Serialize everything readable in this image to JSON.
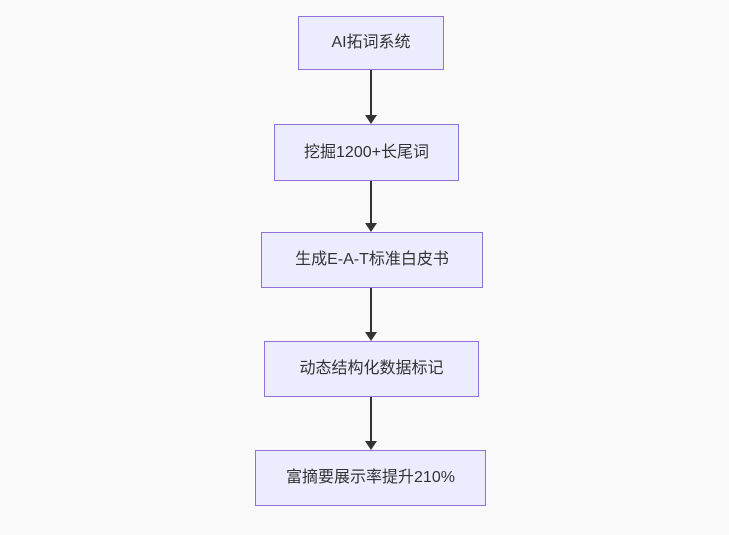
{
  "canvas": {
    "background_color": "#fafafa"
  },
  "flowchart": {
    "type": "flowchart",
    "direction": "top-down",
    "node_style": {
      "fill": "#ECECFF",
      "border_color": "#9370DB",
      "text_color": "#333333"
    },
    "arrow_color": "#333333",
    "nodes": [
      {
        "id": "n1",
        "label": "AI拓词系统"
      },
      {
        "id": "n2",
        "label": "挖掘1200+长尾词"
      },
      {
        "id": "n3",
        "label": "生成E-A-T标准白皮书"
      },
      {
        "id": "n4",
        "label": "动态结构化数据标记"
      },
      {
        "id": "n5",
        "label": "富摘要展示率提升210%"
      }
    ],
    "edges": [
      {
        "from": "n1",
        "to": "n2"
      },
      {
        "from": "n2",
        "to": "n3"
      },
      {
        "from": "n3",
        "to": "n4"
      },
      {
        "from": "n4",
        "to": "n5"
      }
    ]
  }
}
